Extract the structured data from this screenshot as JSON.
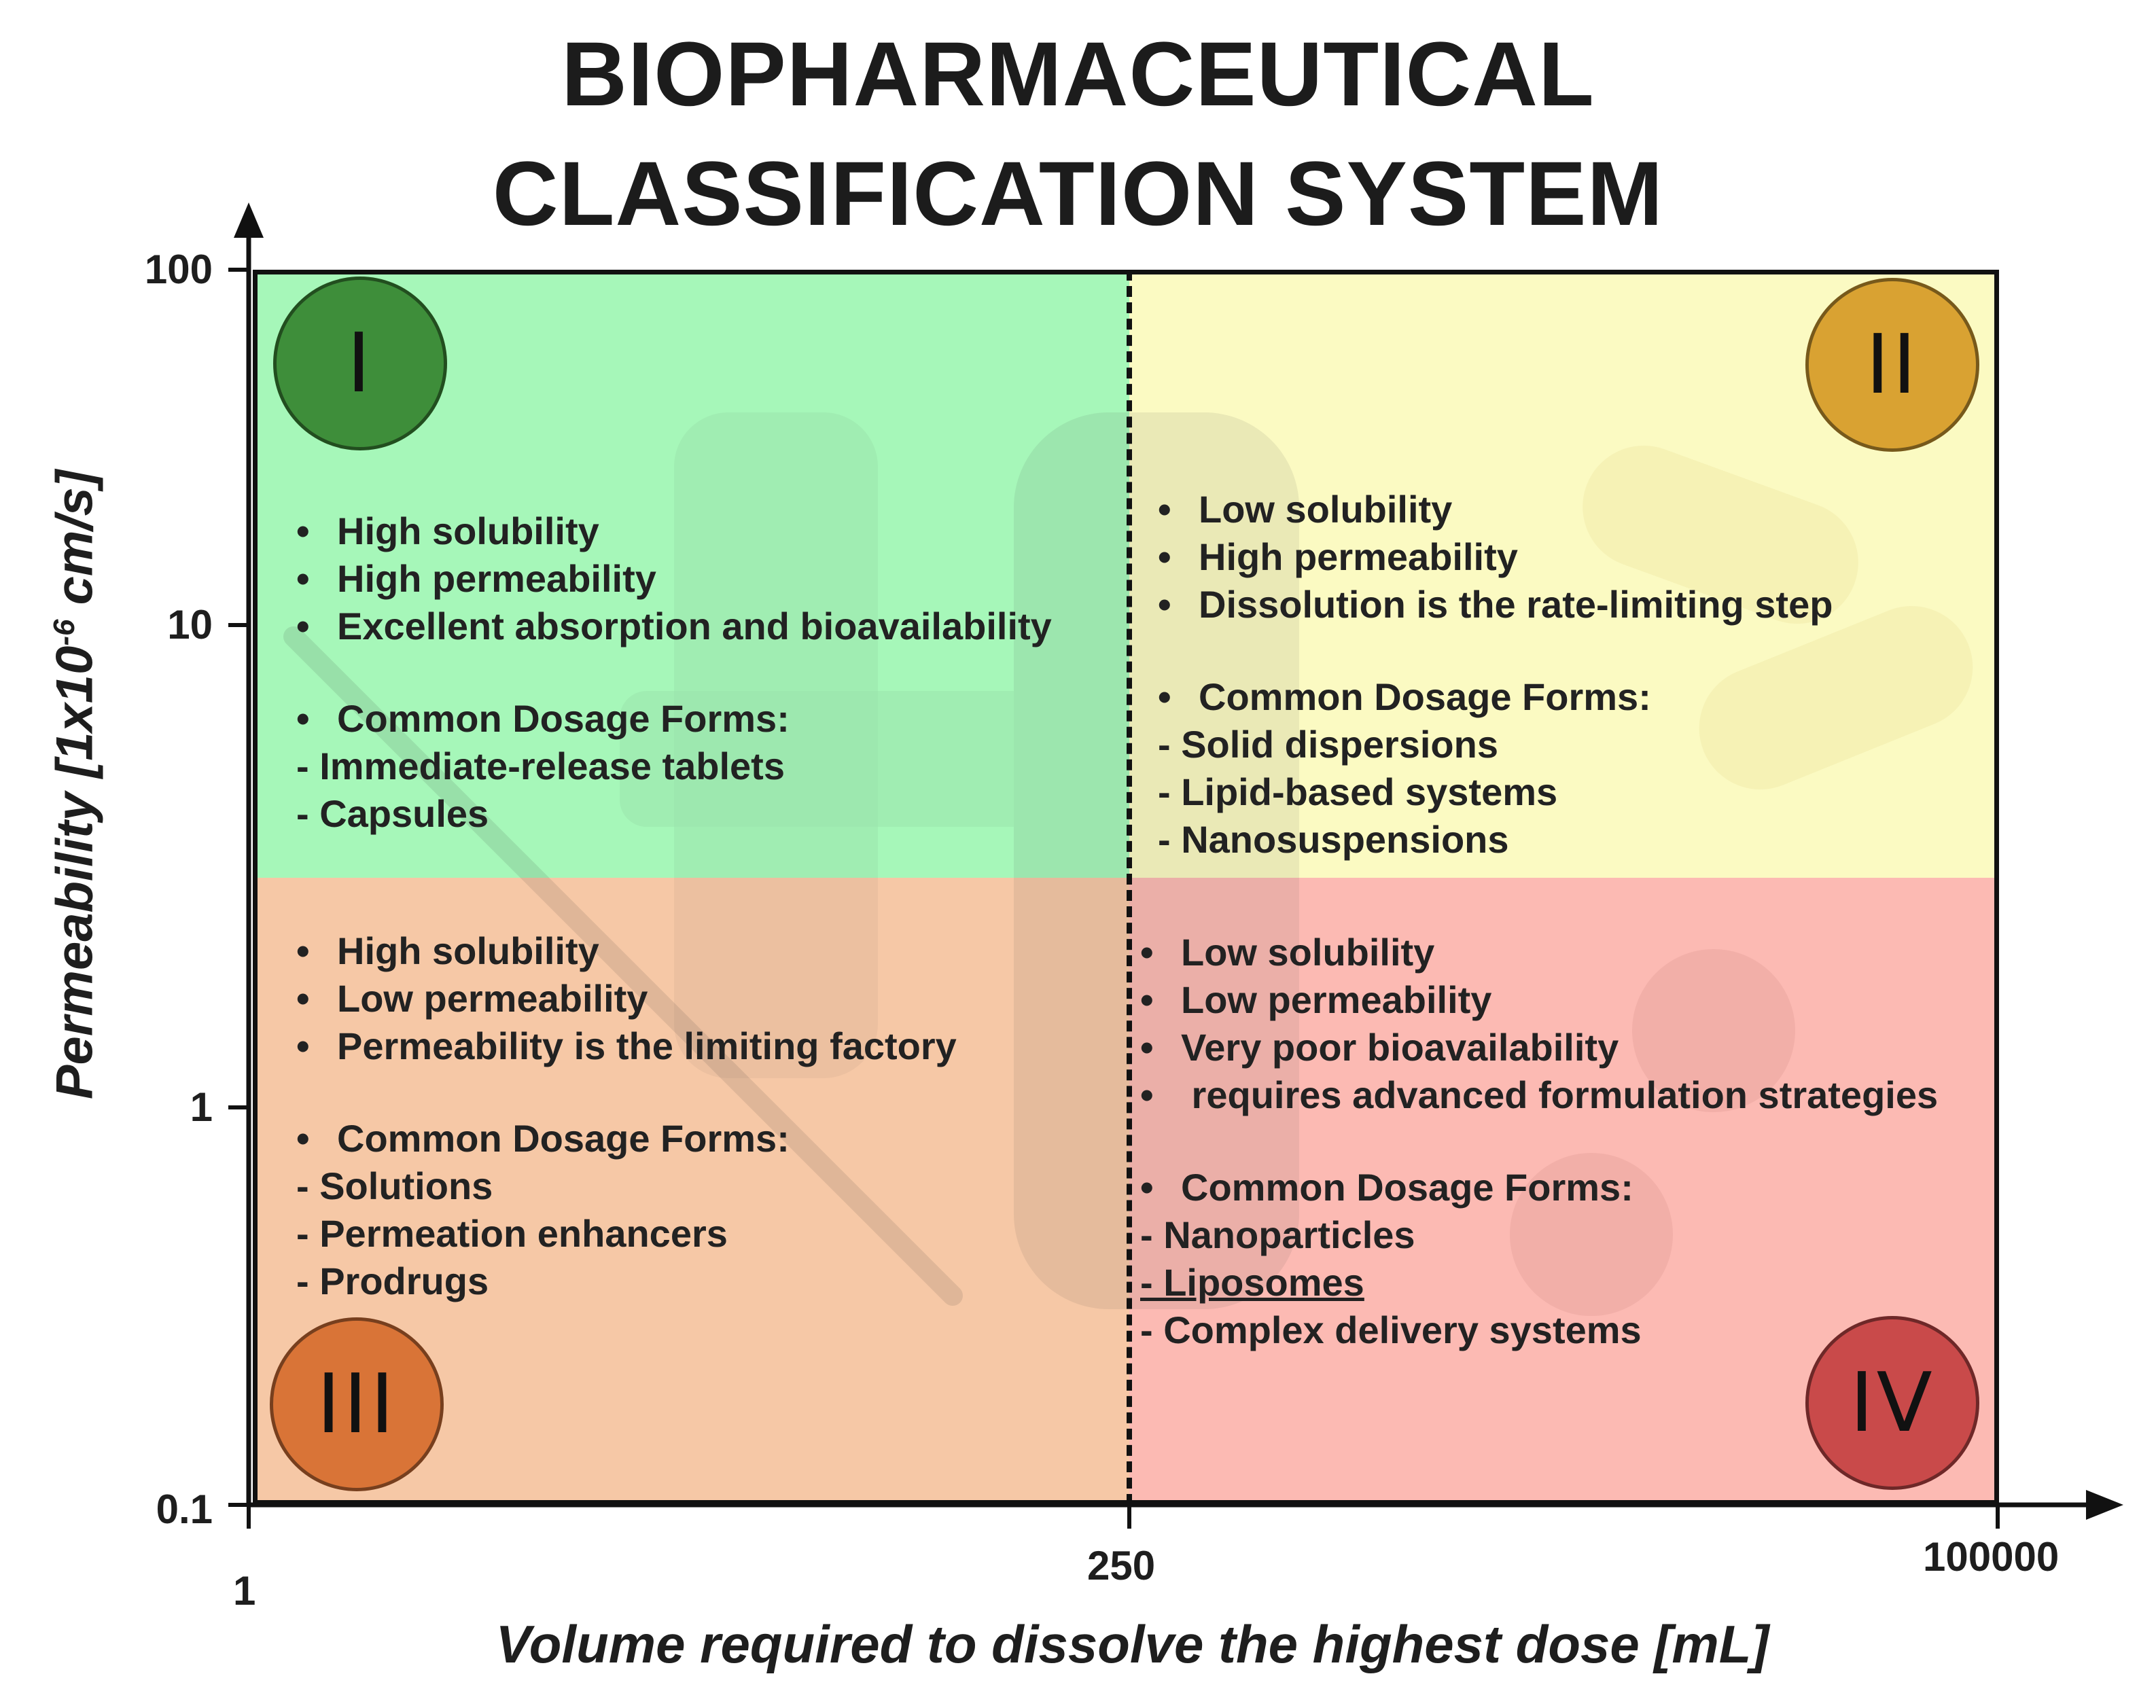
{
  "title": {
    "line1": "BIOPHARMACEUTICAL",
    "line2": "CLASSIFICATION SYSTEM"
  },
  "axes": {
    "y_label_main": "Permeability [1x10",
    "y_label_exp": "-6",
    "y_label_end": " cm/s]",
    "x_label": "Volume required to dissolve the highest dose [mL]",
    "y_ticks": [
      "100",
      "10",
      "1",
      "0.1"
    ],
    "x_ticks": [
      "1",
      "250",
      "100000"
    ],
    "y_scale": "log",
    "x_scale": "log"
  },
  "quadrants": {
    "q1": {
      "badge": "I",
      "color": "#a6f7b9",
      "badge_color": "#3e8e3a",
      "properties": [
        "High solubility",
        "High permeability",
        "Excellent absorption and bioavailability"
      ],
      "forms_heading": "Common Dosage Forms:",
      "forms": [
        "- Immediate-release tablets",
        "- Capsules"
      ]
    },
    "q2": {
      "badge": "II",
      "color": "#fbfac2",
      "badge_color": "#d9a232",
      "properties": [
        "Low solubility",
        "High permeability",
        "Dissolution is the rate-limiting step"
      ],
      "forms_heading": "Common Dosage Forms:",
      "forms": [
        "- Solid dispersions",
        "- Lipid-based systems",
        "- Nanosuspensions"
      ]
    },
    "q3": {
      "badge": "III",
      "color": "#f6c8a6",
      "badge_color": "#d97437",
      "properties": [
        "High solubility",
        "Low permeability",
        "Permeability is the limiting factory"
      ],
      "forms_heading": "Common Dosage Forms:",
      "forms": [
        "- Solutions",
        "- Permeation enhancers",
        "- Prodrugs"
      ]
    },
    "q4": {
      "badge": "IV",
      "color": "#fcbab3",
      "badge_color": "#c94a4a",
      "properties": [
        "Low solubility",
        "Low permeability",
        "Very poor bioavailability",
        " requires advanced formulation strategies"
      ],
      "forms_heading": "Common Dosage Forms:",
      "forms": [
        "- Nanoparticles",
        "- Liposomes",
        "- Complex delivery systems"
      ]
    }
  }
}
